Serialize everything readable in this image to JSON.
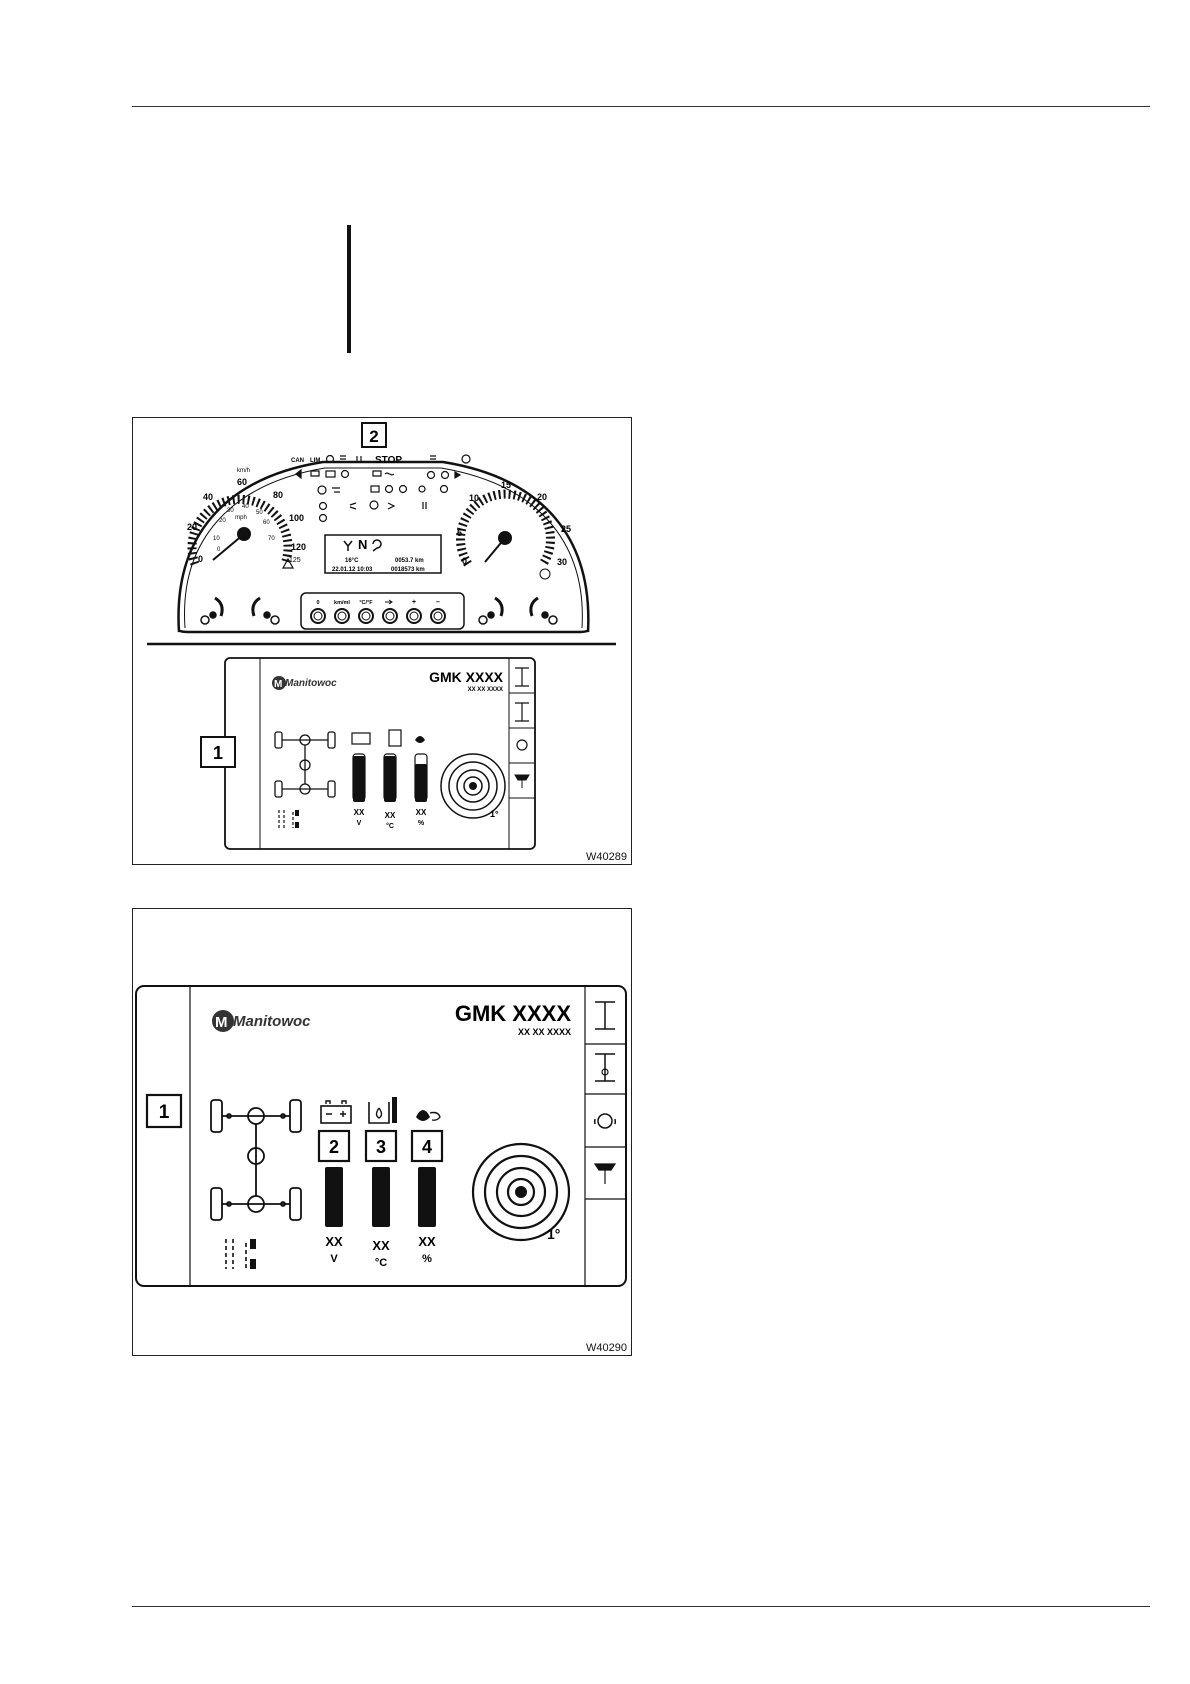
{
  "figure1": {
    "code": "W40289",
    "callouts": {
      "dashboard": "2",
      "display": "1"
    },
    "speedometer": {
      "unit_top": "km/h",
      "unit_inner": "mph",
      "kmh_ticks": [
        "0",
        "20",
        "40",
        "60",
        "80",
        "100",
        "120"
      ],
      "mph_ticks": [
        "0",
        "10",
        "20",
        "30",
        "40",
        "50",
        "60",
        "70"
      ],
      "extra_tick": "125"
    },
    "tachometer": {
      "ticks": [
        "0",
        "5",
        "10",
        "15",
        "20",
        "25",
        "30"
      ]
    },
    "warning_labels": {
      "can": "CAN",
      "lim": "LIM",
      "stop": "STOP"
    },
    "center_display": {
      "gear": "N",
      "temperature": "16°C",
      "trip": "0053.7 km",
      "datetime": "22.01.12 10:03",
      "odometer": "0018573 km"
    },
    "buttons": [
      "0",
      "km/ml",
      "°C/°F",
      "",
      "+",
      "–"
    ],
    "screen": {
      "brand": "Manitowoc",
      "model": "GMK XXXX",
      "serial": "XX XX XXXX",
      "readouts": [
        {
          "value": "XX",
          "unit": "V"
        },
        {
          "value": "XX",
          "unit": "°C"
        },
        {
          "value": "XX",
          "unit": "%"
        }
      ],
      "angle": "1°"
    }
  },
  "figure2": {
    "code": "W40290",
    "callouts": {
      "display": "1",
      "voltage": "2",
      "temperature": "3",
      "fuel": "4"
    },
    "screen": {
      "brand": "Manitowoc",
      "model": "GMK XXXX",
      "serial": "XX XX XXXX",
      "readouts": [
        {
          "value": "XX",
          "unit": "V"
        },
        {
          "value": "XX",
          "unit": "°C"
        },
        {
          "value": "XX",
          "unit": "%"
        }
      ],
      "angle": "1°"
    }
  }
}
